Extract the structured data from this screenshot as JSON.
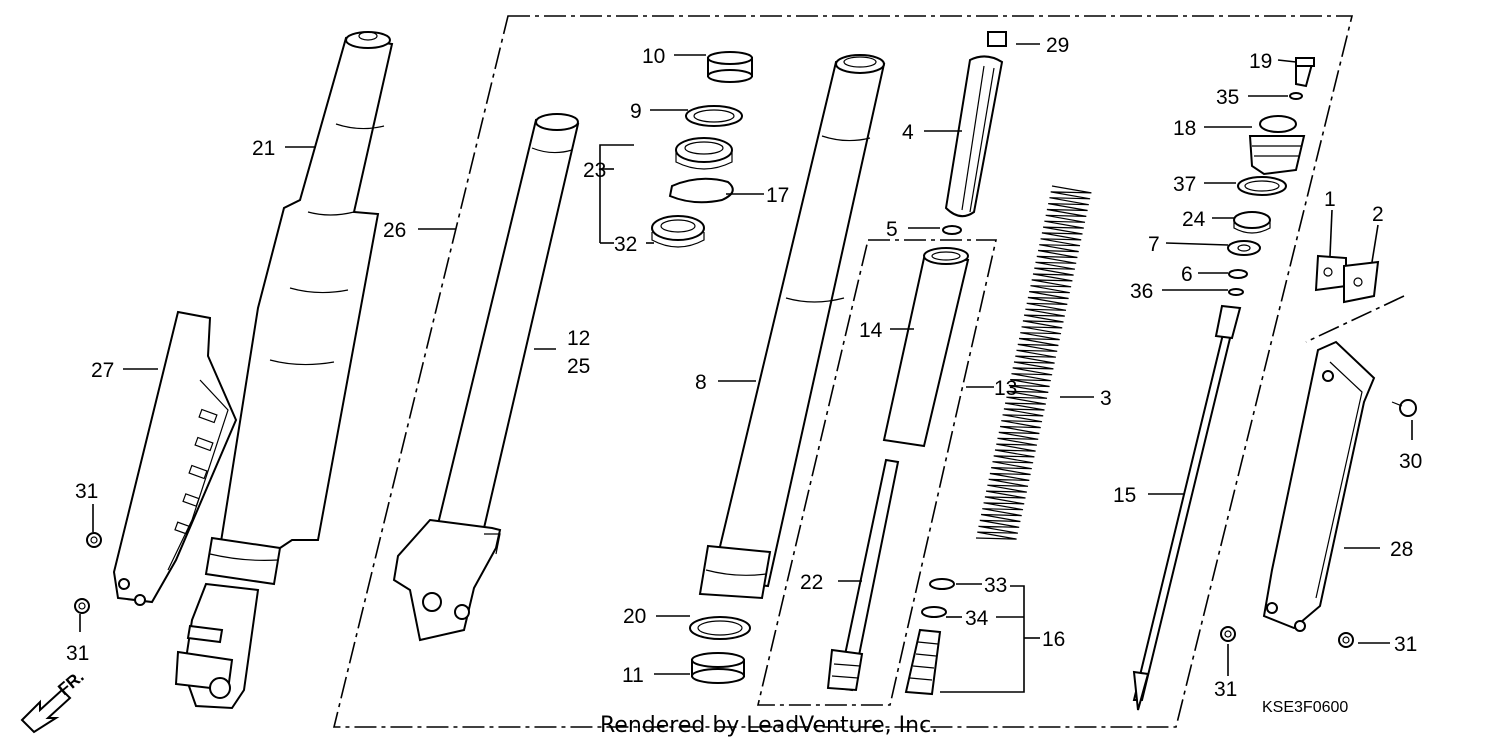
{
  "diagram": {
    "part_labels": {
      "p1": "1",
      "p2": "2",
      "p3": "3",
      "p4": "4",
      "p5": "5",
      "p6": "6",
      "p7": "7",
      "p8": "8",
      "p9": "9",
      "p10": "10",
      "p11": "11",
      "p12": "12",
      "p13": "13",
      "p14": "14",
      "p15": "15",
      "p16": "16",
      "p17": "17",
      "p18": "18",
      "p19": "19",
      "p20": "20",
      "p21": "21",
      "p22": "22",
      "p23": "23",
      "p24": "24",
      "p25": "25",
      "p26": "26",
      "p27": "27",
      "p28": "28",
      "p29": "29",
      "p30": "30",
      "p31": "31",
      "p32": "32",
      "p33": "33",
      "p34": "34",
      "p35": "35",
      "p36": "36",
      "p37": "37"
    },
    "diagram_code": "KSE3F0600",
    "credit": "Rendered by LeadVenture, Inc.",
    "direction_label": "FR."
  }
}
